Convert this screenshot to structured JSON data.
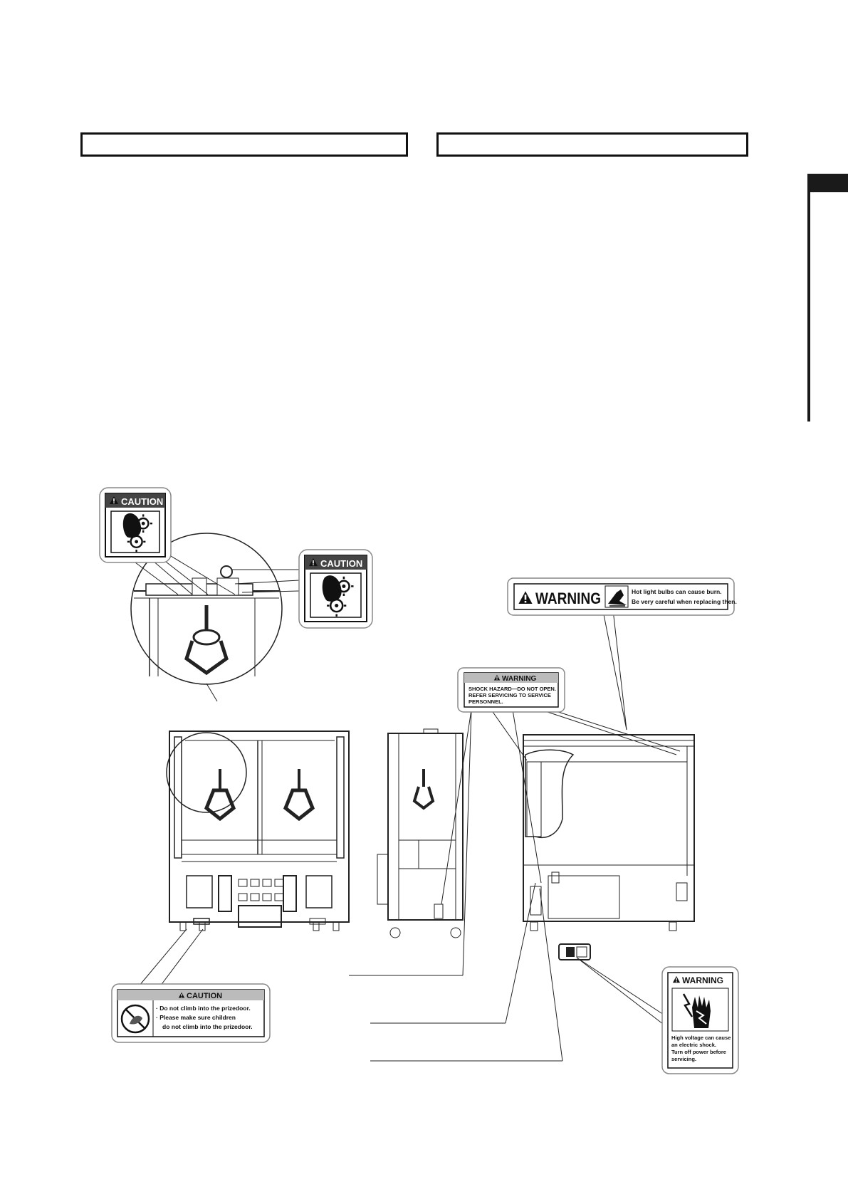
{
  "labels": {
    "caution_top_left": {
      "head": "CAUTION"
    },
    "caution_top_right": {
      "head": "CAUTION"
    },
    "warning_bulbs": {
      "head": "WARNING",
      "line1": "Hot light bulbs can cause burn.",
      "line2": "Be very careful when replacing then."
    },
    "warning_shock": {
      "head": "WARNING",
      "line1": "SHOCK HAZARD—DO NOT OPEN.",
      "line2": "REFER SERVICING TO SERVICE",
      "line3": "PERSONNEL."
    },
    "caution_prizedoor": {
      "head": "CAUTION",
      "line1": "· Do not climb into the prizedoor.",
      "line2": "· Please make sure children",
      "line3": "do not climb into the prizedoor."
    },
    "warning_voltage": {
      "head": "WARNING",
      "line1": "High voltage can cause",
      "line2": "an electric shock.",
      "line3": "Turn off power before",
      "line4": "servicing."
    }
  },
  "icons": [
    "caution-triangle-icon",
    "warning-triangle-icon",
    "gear-pinch-icon",
    "hot-bulb-hand-icon",
    "no-climb-icon",
    "electric-shock-hand-icon"
  ]
}
